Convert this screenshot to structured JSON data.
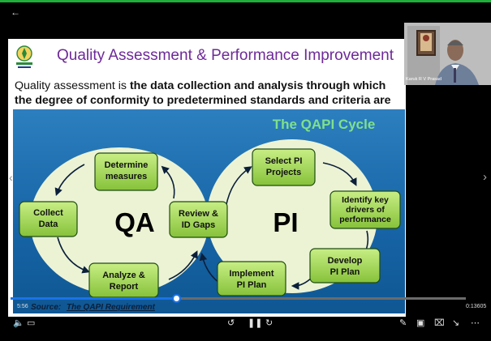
{
  "slide": {
    "title": "Quality Assessment & Performance Improvement",
    "description_plain": "Quality assessment is ",
    "description_bold": "the data collection and analysis through which the degree of conformity to predetermined standards and criteria are exemplified",
    "description_end": "."
  },
  "diagram": {
    "title": "The QAPI Cycle",
    "qa_label": "QA",
    "pi_label": "PI",
    "boxes": {
      "determine": [
        "Determine",
        "measures"
      ],
      "collect": [
        "Collect",
        "Data"
      ],
      "review": [
        "Review &",
        "ID Gaps"
      ],
      "analyze": [
        "Analyze &",
        "Report"
      ],
      "select": [
        "Select PI",
        "Projects"
      ],
      "identify": [
        "Identify key",
        "drivers of",
        "performance"
      ],
      "develop": [
        "Develop",
        "PI Plan"
      ],
      "implement": [
        "Implement",
        "PI Plan"
      ]
    },
    "source_prefix": "Source:",
    "source_link": "The QAPI Requirement"
  },
  "video": {
    "participant_name": "Karuk R V Prasad",
    "current_time": "5:56",
    "total_time": "0:13605",
    "progress_fraction": 0.365
  },
  "icons": {
    "back": "arrow-left",
    "volume": "volume-icon",
    "captions": "caption-icon",
    "rewind": "rewind-icon",
    "pause": "pause-icon",
    "forward": "forward-icon",
    "pen": "pen-icon",
    "pip": "picture-in-picture-icon",
    "cast": "cast-icon",
    "minimize": "minimize-icon",
    "more": "more-icon"
  },
  "colors": {
    "title": "#6e2a98",
    "accent_green": "#1fae3a",
    "diagram_bg": "#1663a5",
    "box_fill": "#9bd34f",
    "seek": "#1a73e8"
  }
}
